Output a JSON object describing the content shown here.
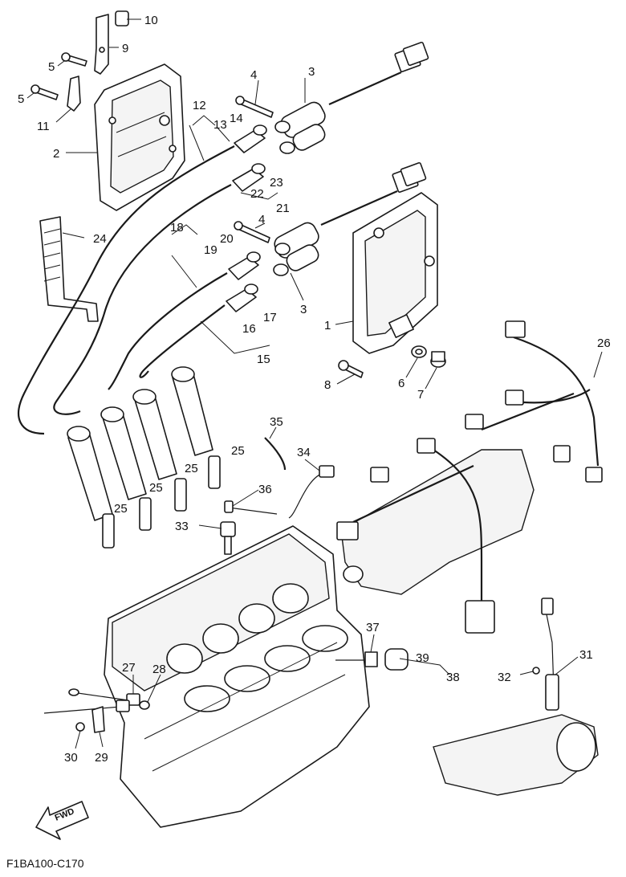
{
  "diagram_code": "F1BA100-C170",
  "fwd_label": "FWD",
  "callouts": {
    "c1": "1",
    "c2": "2",
    "c3a": "3",
    "c3b": "3",
    "c4a": "4",
    "c4b": "4",
    "c5a": "5",
    "c5b": "5",
    "c6": "6",
    "c7": "7",
    "c8": "8",
    "c9": "9",
    "c10": "10",
    "c11": "11",
    "c12": "12",
    "c13": "13",
    "c14": "14",
    "c15": "15",
    "c16": "16",
    "c17": "17",
    "c18": "18",
    "c19": "19",
    "c20": "20",
    "c21": "21",
    "c22": "22",
    "c23": "23",
    "c24": "24",
    "c25a": "25",
    "c25b": "25",
    "c25c": "25",
    "c25d": "25",
    "c26": "26",
    "c27": "27",
    "c28": "28",
    "c29": "29",
    "c30": "30",
    "c31": "31",
    "c32": "32",
    "c33": "33",
    "c34": "34",
    "c35": "35",
    "c36": "36",
    "c37": "37",
    "c38": "38",
    "c39": "39"
  }
}
